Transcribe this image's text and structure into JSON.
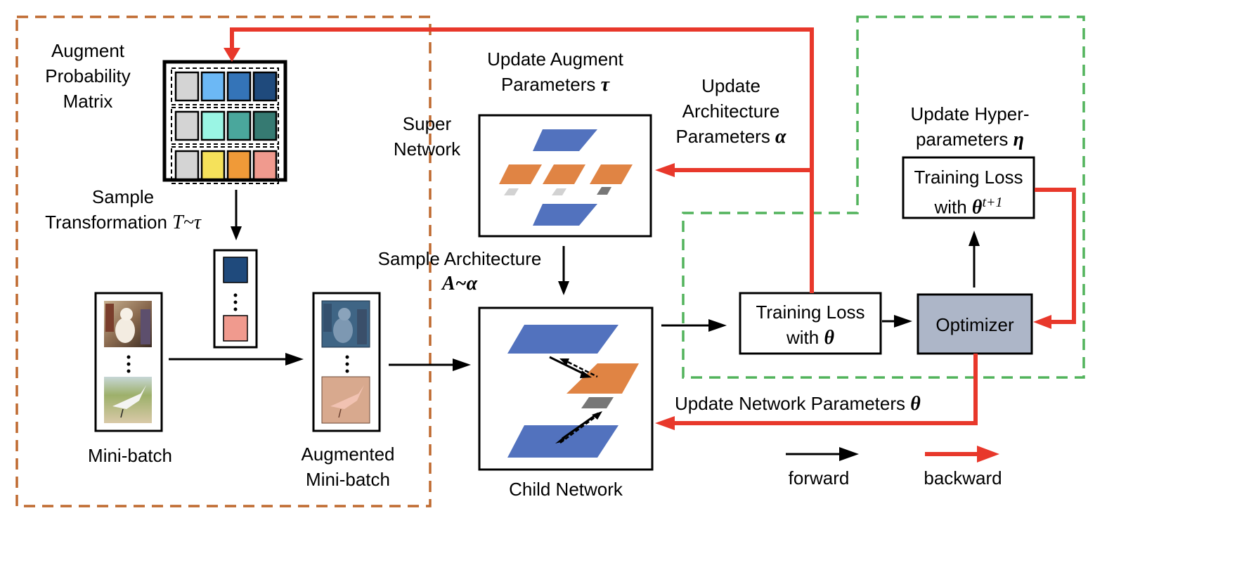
{
  "title": "Joint augmentation, architecture and hyper-parameter search pipeline",
  "colors": {
    "forward": "#000000",
    "backward": "#e8382b",
    "augment_region_border": "#bf6a30",
    "hyperparam_region_border": "#52b35c",
    "layer_blue": "#5272be",
    "layer_orange": "#e08444",
    "op_light_gray": "#d2d2d2",
    "op_dark_gray": "#777777",
    "optimizer_fill": "#adb6c8"
  },
  "augment_matrix": {
    "label_lines": [
      "Augment",
      "Probability",
      "Matrix"
    ],
    "rows": [
      [
        "#d4d4d4",
        "#6cb8f5",
        "#3474b8",
        "#1f4a7c"
      ],
      [
        "#d4d4d4",
        "#9af5e4",
        "#4aa79c",
        "#367a72"
      ],
      [
        "#d4d4d4",
        "#f5e15a",
        "#f09a38",
        "#f09a8e"
      ]
    ]
  },
  "sample_transformation": {
    "line1": "Sample",
    "line2_text": "Transformation ",
    "line2_math": "T~τ",
    "sampled_colors": [
      "#1f4a7c",
      "#f09a8e"
    ]
  },
  "mini_batch": {
    "label": "Mini-batch",
    "images": [
      "cat-image",
      "bird-image"
    ]
  },
  "augmented_mini_batch": {
    "label_lines": [
      "Augmented",
      "Mini-batch"
    ],
    "images": [
      "augmented-cat-image",
      "augmented-bird-image"
    ]
  },
  "update_augment": {
    "line1": "Update Augment",
    "line2_text": "Parameters ",
    "line2_math": "τ"
  },
  "super_network": {
    "label_lines": [
      "Super",
      "Network"
    ]
  },
  "sample_architecture": {
    "line1": "Sample Architecture",
    "line2_math": "A~α"
  },
  "child_network": {
    "label": "Child Network"
  },
  "update_architecture": {
    "line1": "Update",
    "line2": "Architecture",
    "line3_text": "Parameters ",
    "line3_math": "α"
  },
  "training_loss": {
    "line1": "Training Loss",
    "line2_text": "with ",
    "line2_math": "θ"
  },
  "optimizer": {
    "label": "Optimizer"
  },
  "update_hyper": {
    "line1": "Update Hyper-",
    "line2_text": "parameters ",
    "line2_math": "η"
  },
  "training_loss_next": {
    "line1": "Training Loss",
    "line2_text": "with ",
    "line2_math": "θ",
    "line2_sup": "t+1"
  },
  "update_network": {
    "text": "Update Network Parameters ",
    "math": "θ"
  },
  "legend": {
    "forward": "forward",
    "backward": "backward"
  }
}
